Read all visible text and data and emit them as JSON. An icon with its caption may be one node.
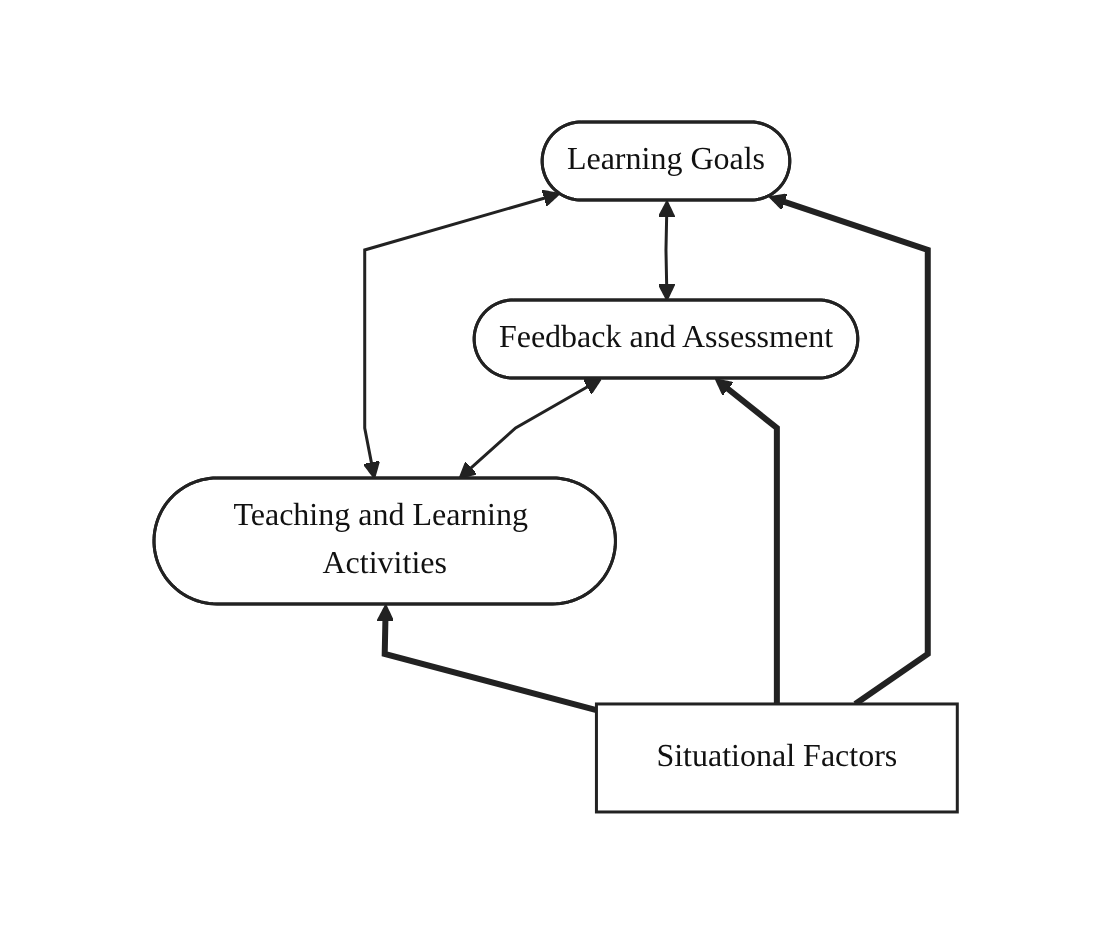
{
  "diagram": {
    "nodes": [
      {
        "text": [
          "Learning Goals"
        ]
      },
      {
        "text": [
          "Teaching and Learning Activities"
        ]
      },
      {
        "text": [
          "Feedback and Assessment"
        ]
      },
      {
        "text": [
          "Situational Factors"
        ]
      }
    ],
    "edges": [
      {
        "from": 1,
        "to": 0,
        "arrow": "both"
      },
      {
        "from": 2,
        "to": 0,
        "arrow": "both"
      },
      {
        "from": 1,
        "to": 2,
        "arrow": "both"
      },
      {
        "from": 3,
        "to": 1,
        "arrow": "to",
        "style": "thick"
      },
      {
        "from": 3,
        "to": 0,
        "arrow": "to",
        "style": "thick"
      },
      {
        "from": 3,
        "to": 2,
        "arrow": "to",
        "style": "thick"
      }
    ]
  }
}
